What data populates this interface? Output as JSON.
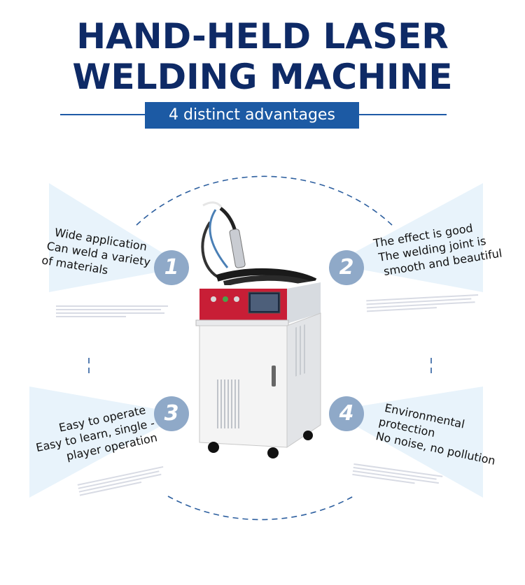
{
  "header": {
    "title_line1": "HAND-HELD LASER",
    "title_line2": "WELDING MACHINE",
    "subtitle": "4 distinct advantages"
  },
  "advantages": [
    {
      "number": "1",
      "lines": [
        "Wide application",
        "Can weld a variety",
        "of materials"
      ]
    },
    {
      "number": "2",
      "lines": [
        "The effect is good",
        "The welding joint is",
        "smooth and beautiful"
      ]
    },
    {
      "number": "3",
      "lines": [
        "Easy to operate",
        "Easy to learn, single -",
        "player operation"
      ]
    },
    {
      "number": "4",
      "lines": [
        "Environmental",
        "protection",
        "No noise,  no pollution"
      ]
    }
  ],
  "colors": {
    "title": "#0e2a66",
    "accent_blue": "#1c5aa4",
    "badge": "#8fa9c8",
    "panel_fill": "#e9f3fb",
    "machine_red": "#c81e36"
  }
}
